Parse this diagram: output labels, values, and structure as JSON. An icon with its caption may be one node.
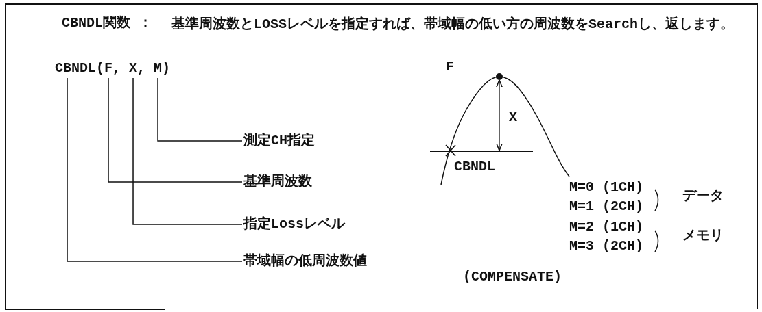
{
  "diagram": {
    "nodes": [
      {
        "text": [
          "CBNDL(F, X, M)"
        ]
      },
      {
        "text": [
          "測定CH指定"
        ]
      },
      {
        "text": [
          "基準周波数"
        ]
      },
      {
        "text": [
          "指定Lossレベル"
        ]
      },
      {
        "text": [
          "帯域幅の低周波数値"
        ]
      }
    ],
    "edges": [
      {
        "from": 0,
        "to": 1,
        "arrow": "none"
      },
      {
        "from": 0,
        "to": 2,
        "arrow": "none"
      },
      {
        "from": 0,
        "to": 3,
        "arrow": "none"
      },
      {
        "from": 0,
        "to": 4,
        "arrow": "none"
      }
    ],
    "labels": [
      "CBNDL関数 ：",
      "基準周波数とLOSSレベルを指定すれば、帯域幅の低い方の周波数をSearchし、返します。",
      "F",
      "X",
      "CBNDL",
      "M=0 (1CH)",
      "M=1 (2CH)",
      "データ",
      "M=2 (1CH)",
      "M=3 (2CH)",
      "メモリ",
      "(COMPENSATE)"
    ]
  }
}
